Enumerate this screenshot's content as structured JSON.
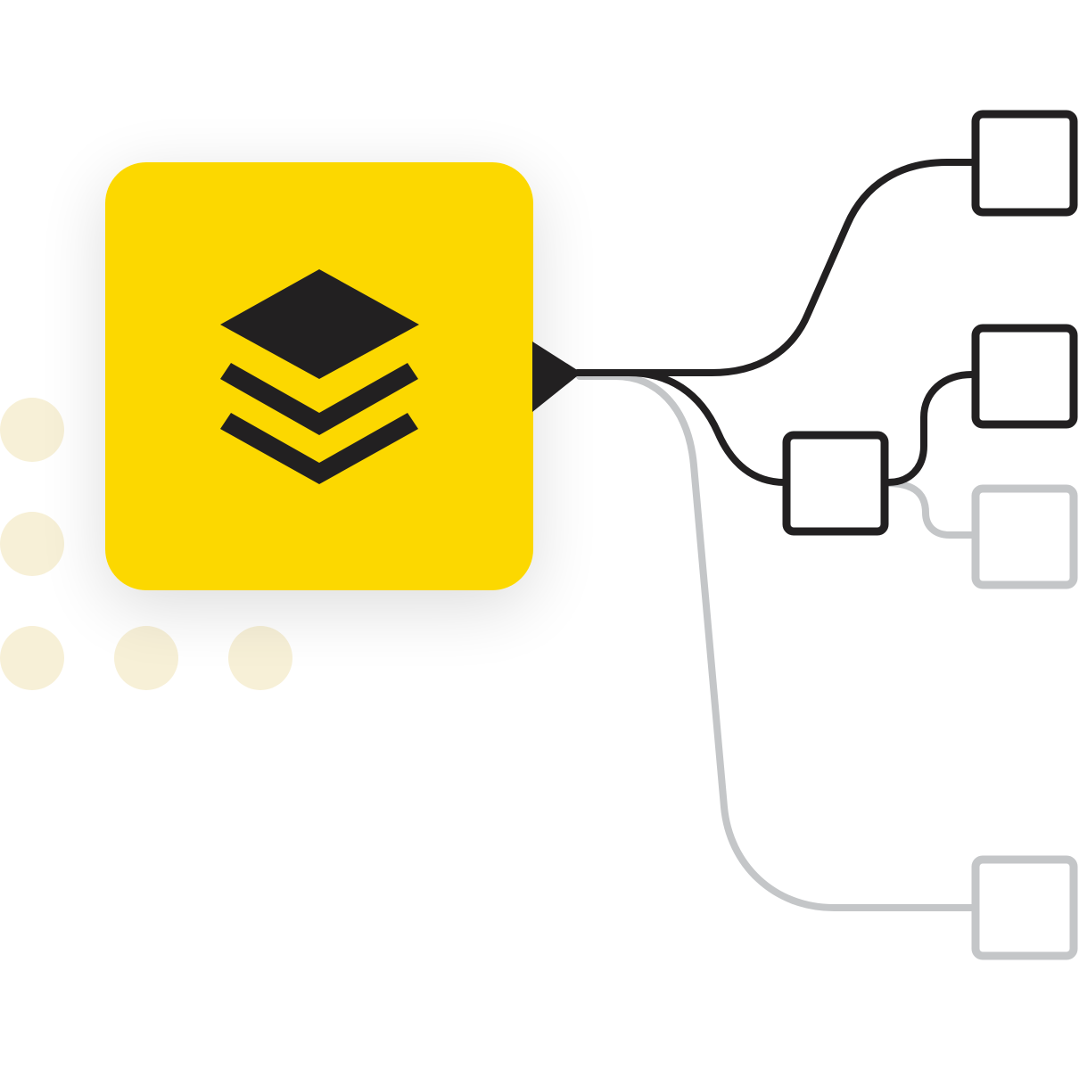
{
  "diagram": {
    "colors": {
      "background": "#ffffff",
      "primary_node": "#FCD800",
      "primary_icon": "#222021",
      "active_line": "#222021",
      "inactive_line": "#C4C6C8",
      "dot": "#F7F0D7",
      "node_fill": "#ffffff"
    },
    "root_node": {
      "icon": "layers-icon",
      "state": "active"
    },
    "children": [
      {
        "id": "child-top",
        "state": "active"
      },
      {
        "id": "child-middle",
        "state": "active"
      },
      {
        "id": "child-mid-right-top",
        "state": "active"
      },
      {
        "id": "child-mid-right-bottom",
        "state": "inactive"
      },
      {
        "id": "child-bottom",
        "state": "inactive"
      }
    ],
    "dots": 5
  }
}
